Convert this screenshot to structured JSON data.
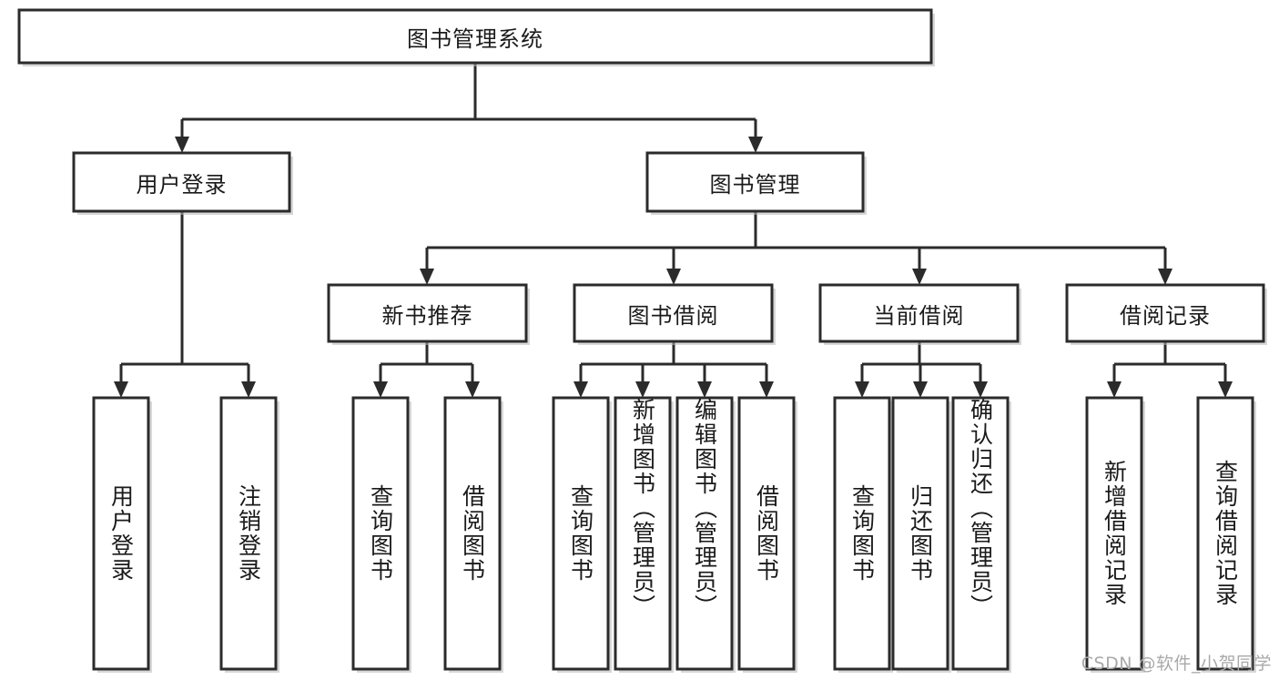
{
  "diagram": {
    "type": "tree-hierarchy",
    "title": "图书管理系统",
    "background_color": "#ffffff",
    "line_color": "#2b2b2b",
    "box_fill": "#ffffff",
    "text_color": "#1a1a1a",
    "root": {
      "label": "图书管理系统",
      "orientation": "horizontal"
    },
    "level2": [
      {
        "label": "用户登录",
        "orientation": "horizontal"
      },
      {
        "label": "图书管理",
        "orientation": "horizontal"
      }
    ],
    "level3": [
      {
        "label": "新书推荐",
        "orientation": "horizontal"
      },
      {
        "label": "图书借阅",
        "orientation": "horizontal"
      },
      {
        "label": "当前借阅",
        "orientation": "horizontal"
      },
      {
        "label": "借阅记录",
        "orientation": "horizontal"
      }
    ],
    "leaves": {
      "user_login": [
        {
          "label": "用户登录",
          "orientation": "vertical"
        },
        {
          "label": "注销登录",
          "orientation": "vertical"
        }
      ],
      "new_book_recommend": [
        {
          "label": "查询图书",
          "orientation": "vertical"
        },
        {
          "label": "借阅图书",
          "orientation": "vertical"
        }
      ],
      "book_borrow": [
        {
          "label": "查询图书",
          "orientation": "vertical"
        },
        {
          "label": "新增图书（管理员）",
          "orientation": "vertical"
        },
        {
          "label": "编辑图书（管理员）",
          "orientation": "vertical"
        },
        {
          "label": "借阅图书",
          "orientation": "vertical"
        }
      ],
      "current_borrow": [
        {
          "label": "查询图书",
          "orientation": "vertical"
        },
        {
          "label": "归还图书",
          "orientation": "vertical"
        },
        {
          "label": "确认归还（管理员）",
          "orientation": "vertical"
        }
      ],
      "borrow_record": [
        {
          "label": "新增借阅记录",
          "orientation": "vertical"
        },
        {
          "label": "查询借阅记录",
          "orientation": "vertical"
        }
      ]
    }
  },
  "watermark": {
    "text": "CSDN @软件_小贺同学"
  }
}
